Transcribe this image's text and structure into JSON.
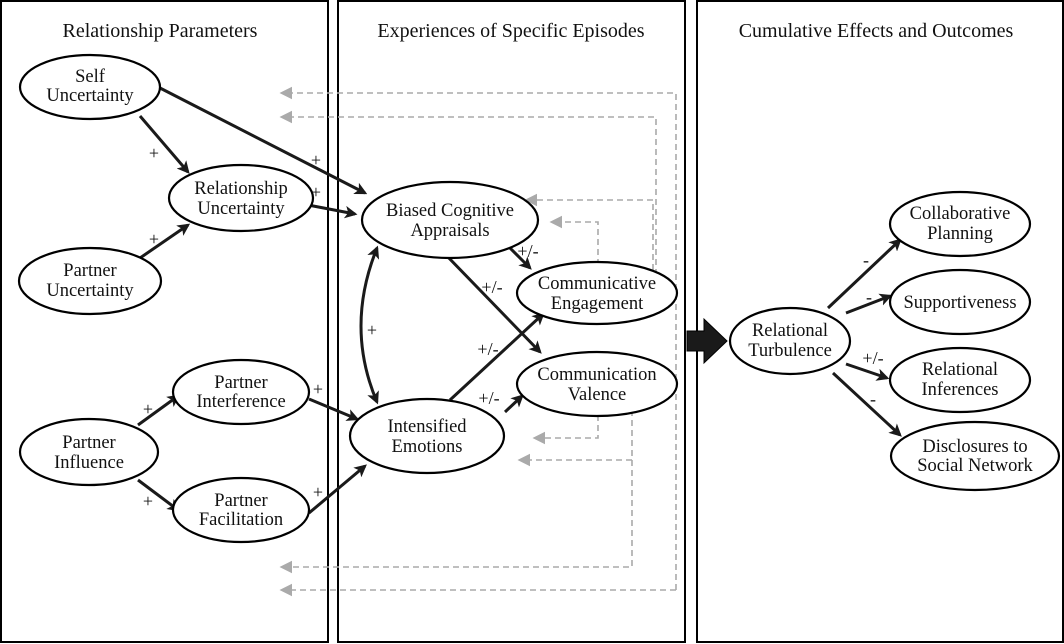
{
  "colors": {
    "line": "#1a1a1a",
    "feedback": "#aaaaaa",
    "background": "#ffffff"
  },
  "panels": [
    {
      "title": "Relationship Parameters"
    },
    {
      "title": "Experiences of Specific Episodes"
    },
    {
      "title": "Cumulative Effects and Outcomes"
    }
  ],
  "nodes": {
    "self_uncertainty": {
      "line1": "Self",
      "line2": "Uncertainty"
    },
    "relationship_uncertainty": {
      "line1": "Relationship",
      "line2": "Uncertainty"
    },
    "partner_uncertainty": {
      "line1": "Partner",
      "line2": "Uncertainty"
    },
    "partner_influence": {
      "line1": "Partner",
      "line2": "Influence"
    },
    "partner_interference": {
      "line1": "Partner",
      "line2": "Interference"
    },
    "partner_facilitation": {
      "line1": "Partner",
      "line2": "Facilitation"
    },
    "biased_appraisals": {
      "line1": "Biased Cognitive",
      "line2": "Appraisals"
    },
    "communicative_engagement": {
      "line1": "Communicative",
      "line2": "Engagement"
    },
    "communication_valence": {
      "line1": "Communication",
      "line2": "Valence"
    },
    "intensified_emotions": {
      "line1": "Intensified",
      "line2": "Emotions"
    },
    "relational_turbulence": {
      "line1": "Relational",
      "line2": "Turbulence"
    },
    "collaborative_planning": {
      "line1": "Collaborative",
      "line2": "Planning"
    },
    "supportiveness": {
      "line1": "Supportiveness"
    },
    "relational_inferences": {
      "line1": "Relational",
      "line2": "Inferences"
    },
    "disclosures": {
      "line1": "Disclosures to",
      "line2": "Social Network"
    }
  },
  "signs": {
    "self_to_relationship": "+",
    "partner_to_relationship": "+",
    "self_to_appraisals": "+",
    "relationship_to_appraisals": "+",
    "influence_to_interference": "+",
    "influence_to_facilitation": "+",
    "interference_to_emotions": "+",
    "facilitation_to_emotions": "+",
    "appraisals_emotions": "+",
    "appraisals_to_engagement": "+/-",
    "appraisals_to_valence": "+/-",
    "emotions_to_engagement": "+/-",
    "emotions_to_valence": "+/-",
    "turbulence_to_planning": "-",
    "turbulence_to_supportiveness": "-",
    "turbulence_to_inferences": "+/-",
    "turbulence_to_disclosures": "-"
  }
}
